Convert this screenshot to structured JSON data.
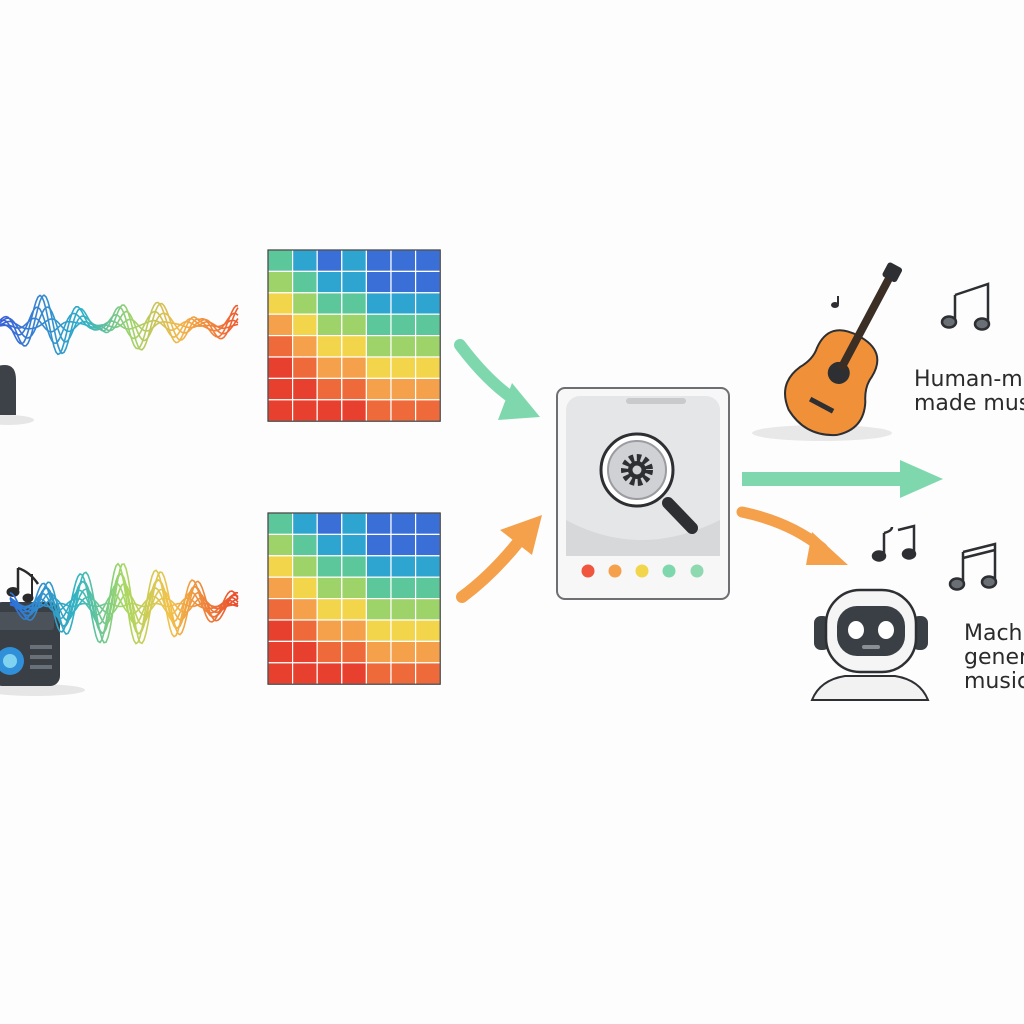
{
  "labels": {
    "human_line1": "Human-m",
    "human_line2": "made mus",
    "machine_line1": "Mach",
    "machine_line2": "gener",
    "machine_line3": "music"
  },
  "colors": {
    "arrow_green": "#7fd8ad",
    "arrow_orange": "#f5a04a",
    "guitar_orange": "#f0913a",
    "device_gray": "#e9e9ea",
    "dot_colors": [
      "#f0553e",
      "#f5a04a",
      "#f2d54a",
      "#7fd8ad",
      "#8fd9b0"
    ],
    "spectrogram_palette": [
      "#3b6fd8",
      "#2ea4d0",
      "#5cc79a",
      "#9ed36a",
      "#f2d54a",
      "#f5a04a",
      "#ef6a3a",
      "#e8402e"
    ]
  },
  "icons": {
    "input_top": "speaker-icon",
    "input_bottom": "radio-icon",
    "classifier": "magnifier-gear-icon",
    "output_human": "guitar-icon",
    "output_machine": "robot-icon",
    "notes": "music-note-icon"
  }
}
